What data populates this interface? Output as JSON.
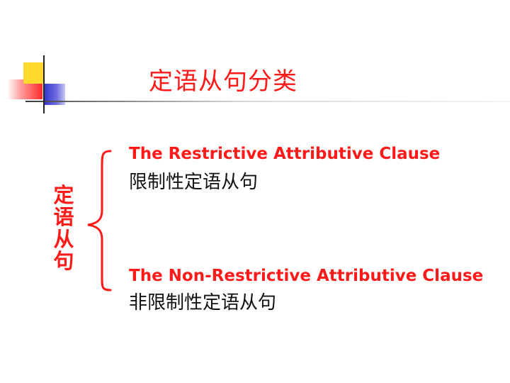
{
  "slide": {
    "title": "定语从句分类",
    "side_label": "定语从句",
    "clauses": [
      {
        "english": "The Restrictive Attributive Clause",
        "chinese": "限制性定语从句"
      },
      {
        "english": "The Non-Restrictive Attributive Clause",
        "chinese": "非限制性定语从句"
      }
    ]
  },
  "colors": {
    "accent": "#ff1a1a",
    "text": "#111111",
    "deco_yellow": "#ffd92e",
    "deco_blue": "#3333cc",
    "deco_red": "#ff2a2a"
  }
}
